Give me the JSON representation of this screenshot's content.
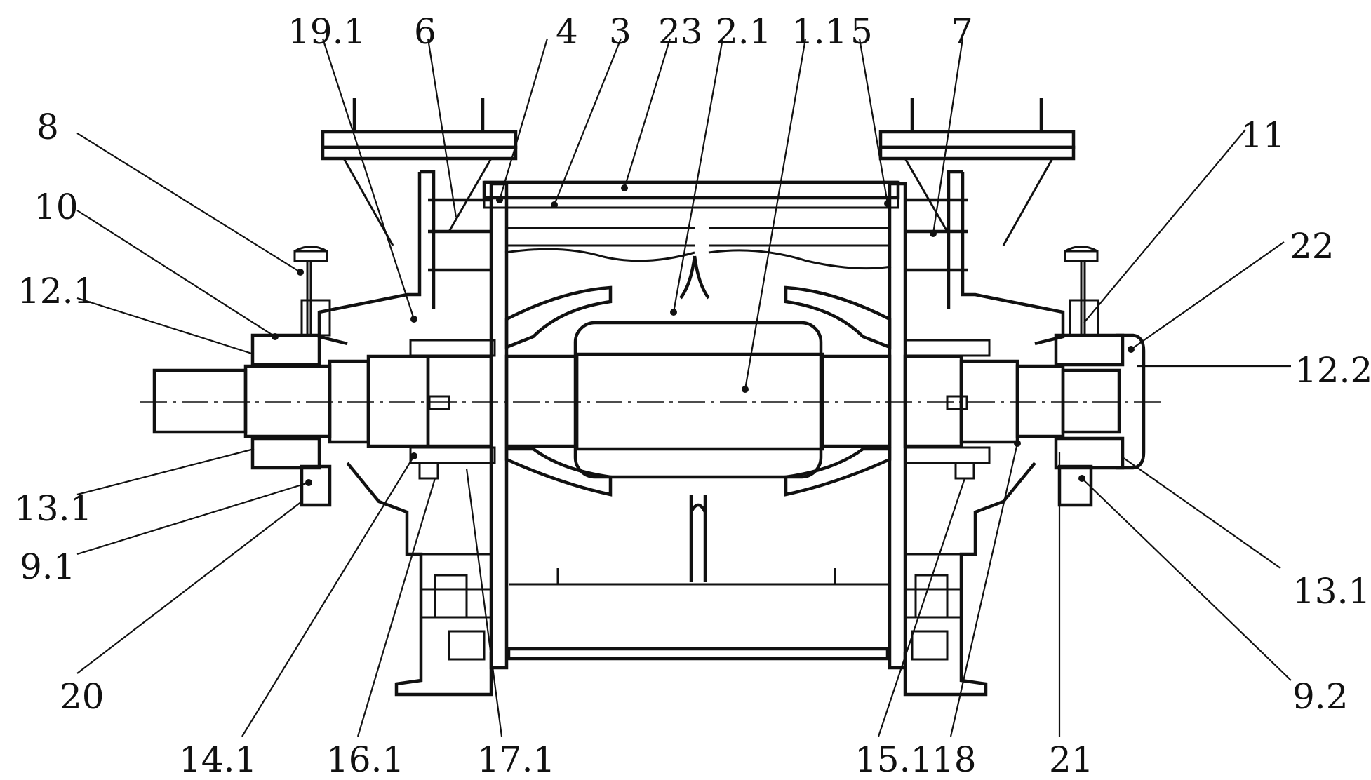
{
  "callouts": [
    {
      "id": "19_1",
      "text": "19.1"
    },
    {
      "id": "6",
      "text": "6"
    },
    {
      "id": "4",
      "text": "4"
    },
    {
      "id": "3",
      "text": "3"
    },
    {
      "id": "23",
      "text": "23"
    },
    {
      "id": "2_1",
      "text": "2.1"
    },
    {
      "id": "1_1",
      "text": "1.1"
    },
    {
      "id": "5",
      "text": "5"
    },
    {
      "id": "7",
      "text": "7"
    },
    {
      "id": "8",
      "text": "8"
    },
    {
      "id": "11",
      "text": "11"
    },
    {
      "id": "10",
      "text": "10"
    },
    {
      "id": "22",
      "text": "22"
    },
    {
      "id": "12_1",
      "text": "12.1"
    },
    {
      "id": "12_2",
      "text": "12.2"
    },
    {
      "id": "13_1_left",
      "text": "13.1"
    },
    {
      "id": "9_1",
      "text": "9.1"
    },
    {
      "id": "13_1_right",
      "text": "13.1"
    },
    {
      "id": "20",
      "text": "20"
    },
    {
      "id": "9_2",
      "text": "9.2"
    },
    {
      "id": "14_1",
      "text": "14.1"
    },
    {
      "id": "16_1",
      "text": "16.1"
    },
    {
      "id": "17_1",
      "text": "17.1"
    },
    {
      "id": "15_1",
      "text": "15.1"
    },
    {
      "id": "18",
      "text": "18"
    },
    {
      "id": "21",
      "text": "21"
    }
  ]
}
